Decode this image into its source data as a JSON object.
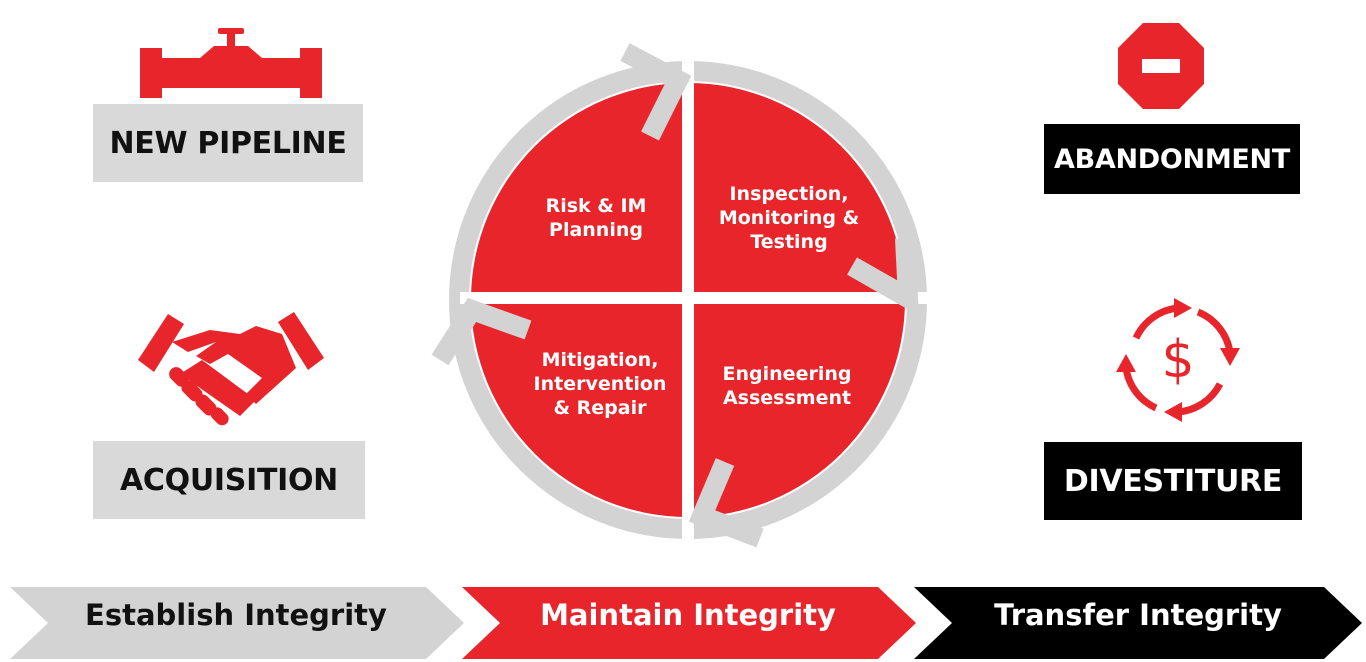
{
  "left": {
    "new_pipeline": "NEW PIPELINE",
    "acquisition": "ACQUISITION"
  },
  "right": {
    "abandonment": "ABANDONMENT",
    "divestiture": "DIVESTITURE"
  },
  "cycle": {
    "top_left": [
      "Risk & IM",
      "Planning"
    ],
    "top_right": [
      "Inspection,",
      "Monitoring &",
      "Testing"
    ],
    "bottom_left": [
      "Mitigation,",
      "Intervention",
      "& Repair"
    ],
    "bottom_right": [
      "Engineering",
      "Assessment"
    ]
  },
  "stages": {
    "establish": "Establish Integrity",
    "maintain": "Maintain Integrity",
    "transfer": "Transfer Integrity"
  },
  "colors": {
    "red": "#e8252b",
    "gray": "#d9d9d9",
    "ring_gray": "#d3d3d3",
    "black": "#000000"
  },
  "icons": {
    "pipeline": "pipeline-valve-icon",
    "handshake": "handshake-icon",
    "stop": "stop-sign-icon",
    "divest": "dollar-cycle-icon"
  }
}
